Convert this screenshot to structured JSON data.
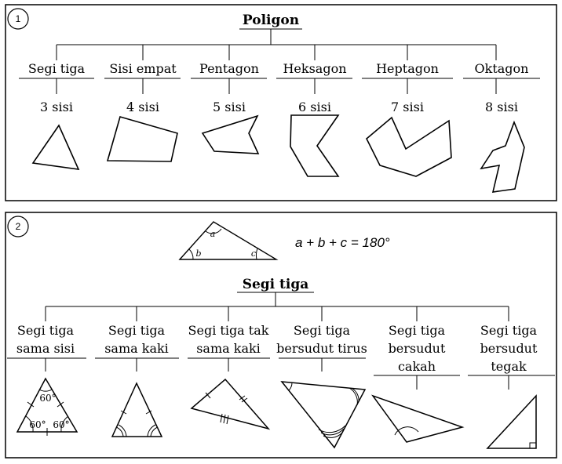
{
  "panel1": {
    "number": "1",
    "title": "Poligon",
    "items": [
      {
        "name": "Segi tiga",
        "sides": "3 sisi"
      },
      {
        "name": "Sisi empat",
        "sides": "4 sisi"
      },
      {
        "name": "Pentagon",
        "sides": "5 sisi"
      },
      {
        "name": "Heksagon",
        "sides": "6 sisi"
      },
      {
        "name": "Heptagon",
        "sides": "7 sisi"
      },
      {
        "name": "Oktagon",
        "sides": "8 sisi"
      }
    ]
  },
  "panel2": {
    "number": "2",
    "angle_labels": {
      "a": "a",
      "b": "b",
      "c": "c"
    },
    "equation": "a + b + c = 180°",
    "title": "Segi tiga",
    "items": [
      {
        "lines": [
          "Segi tiga",
          "sama sisi"
        ]
      },
      {
        "lines": [
          "Segi tiga",
          "sama kaki"
        ]
      },
      {
        "lines": [
          "Segi tiga tak",
          "sama kaki"
        ]
      },
      {
        "lines": [
          "Segi tiga",
          "bersudut tirus"
        ]
      },
      {
        "lines": [
          "Segi tiga",
          "bersudut",
          "cakah"
        ]
      },
      {
        "lines": [
          "Segi tiga",
          "bersudut",
          "tegak"
        ]
      }
    ],
    "equilateral_angles": [
      "60°",
      "60°",
      "60°"
    ]
  }
}
